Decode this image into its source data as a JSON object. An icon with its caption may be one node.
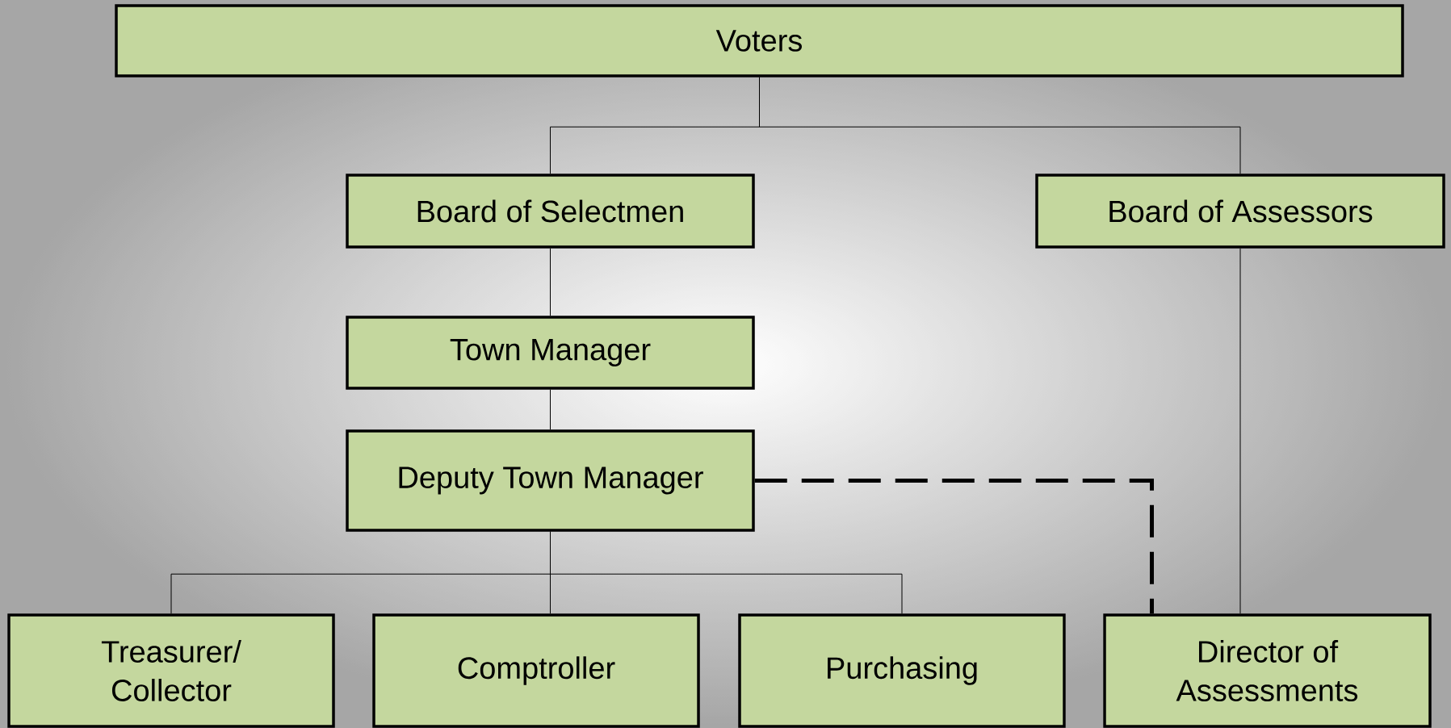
{
  "diagram": {
    "nodes": [
      {
        "text": [
          "Voters"
        ]
      },
      {
        "text": [
          "Board of Selectmen"
        ]
      },
      {
        "text": [
          "Board of Assessors"
        ]
      },
      {
        "text": [
          "Town Manager"
        ]
      },
      {
        "text": [
          "Deputy Town Manager"
        ]
      },
      {
        "text": [
          "Treasurer/ Collector"
        ]
      },
      {
        "text": [
          "Comptroller"
        ]
      },
      {
        "text": [
          "Purchasing"
        ]
      },
      {
        "text": [
          "Director of Assessments"
        ]
      }
    ],
    "edges": [
      {
        "from": 0,
        "to": 1,
        "arrow": "none"
      },
      {
        "from": 0,
        "to": 2,
        "arrow": "none"
      },
      {
        "from": 1,
        "to": 3,
        "arrow": "none"
      },
      {
        "from": 3,
        "to": 4,
        "arrow": "none"
      },
      {
        "from": 4,
        "to": 5,
        "arrow": "none"
      },
      {
        "from": 4,
        "to": 6,
        "arrow": "none"
      },
      {
        "from": 4,
        "to": 7,
        "arrow": "none"
      },
      {
        "from": 2,
        "to": 8,
        "arrow": "none"
      },
      {
        "from": 4,
        "to": 8,
        "arrow": "none",
        "style": "dashed"
      }
    ]
  }
}
